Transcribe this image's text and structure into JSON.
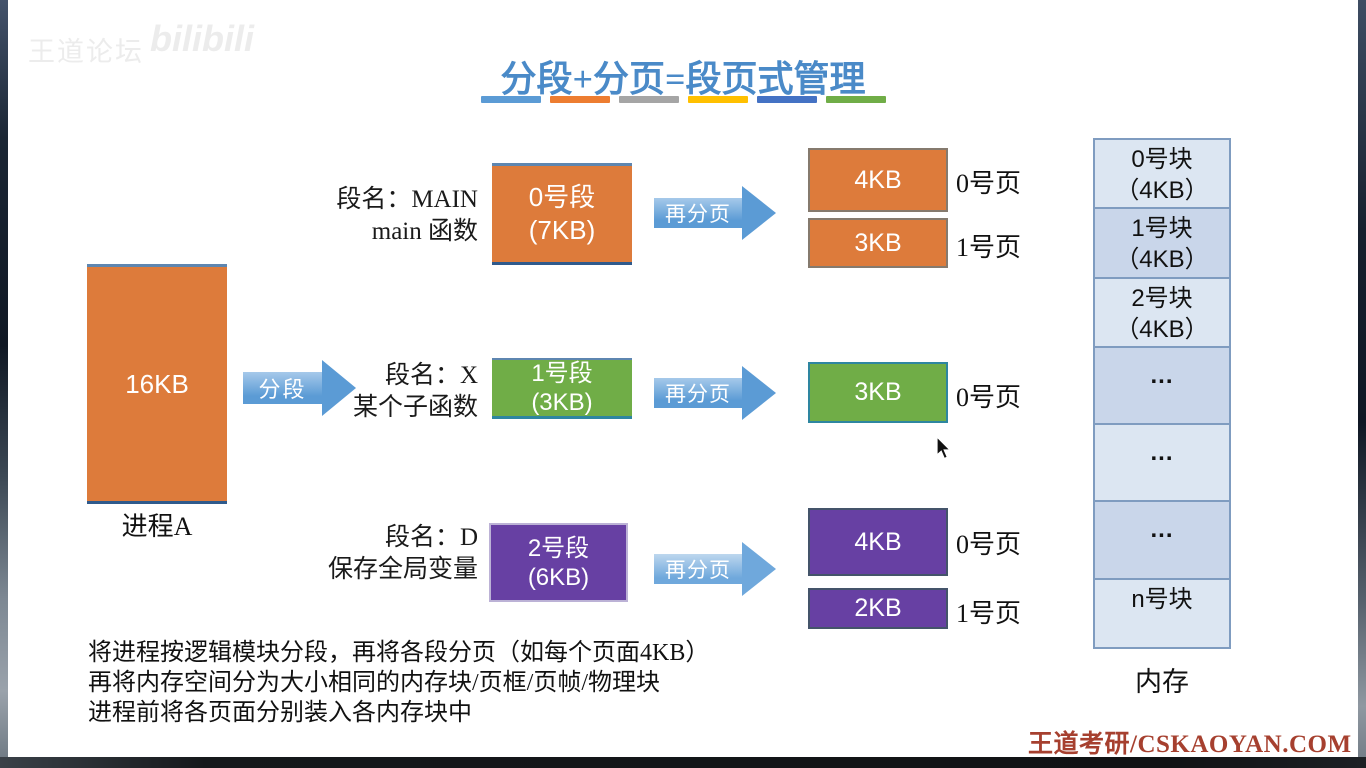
{
  "watermark": {
    "forum": "王道论坛",
    "video_logo": "bilibili"
  },
  "title": {
    "text": "分段+分页=段页式管理",
    "color": "#4a8ac8",
    "underline_colors": [
      "#5B9BD5",
      "#ED7D31",
      "#A5A5A5",
      "#FFC000",
      "#4472C4",
      "#70AD47"
    ]
  },
  "labels": {
    "segment_arrow": "分段",
    "repage_arrow": "再分页"
  },
  "process": {
    "size": "16KB",
    "name": "进程A",
    "color": "#DD7B3B"
  },
  "rows": [
    {
      "name_line1": "段名：MAIN",
      "name_line2": "main 函数",
      "segment": {
        "line1": "0号段",
        "line2": "(7KB)",
        "color": "#DD7B3B"
      },
      "pages": [
        {
          "size": "4KB",
          "label": "0号页",
          "color": "#DD7B3B"
        },
        {
          "size": "3KB",
          "label": "1号页",
          "color": "#DD7B3B"
        }
      ]
    },
    {
      "name_line1": "段名：X",
      "name_line2": "某个子函数",
      "segment": {
        "line1": "1号段",
        "line2": "(3KB)",
        "color": "#70AD47"
      },
      "pages": [
        {
          "size": "3KB",
          "label": "0号页",
          "color": "#70AD47"
        }
      ]
    },
    {
      "name_line1": "段名：D",
      "name_line2": "保存全局变量",
      "segment": {
        "line1": "2号段",
        "line2": "(6KB)",
        "color": "#6740A3"
      },
      "pages": [
        {
          "size": "4KB",
          "label": "0号页",
          "color": "#6740A3"
        },
        {
          "size": "2KB",
          "label": "1号页",
          "color": "#6740A3"
        }
      ]
    }
  ],
  "memory": {
    "light": "#DCE6F2",
    "dark": "#C9D6EA",
    "blocks": [
      {
        "line1": "0号块",
        "line2": "（4KB）"
      },
      {
        "line1": "1号块",
        "line2": "（4KB）"
      },
      {
        "line1": "2号块",
        "line2": "（4KB）"
      },
      {
        "line1": "..."
      },
      {
        "line1": "..."
      },
      {
        "line1": "..."
      },
      {
        "line1": "n号块"
      }
    ],
    "caption": "内存"
  },
  "notes": {
    "line1": "将进程按逻辑模块分段，再将各段分页（如每个页面4KB）",
    "line2": "再将内存空间分为大小相同的内存块/页框/页帧/物理块",
    "line3": "进程前将各页面分别装入各内存块中"
  },
  "footer": {
    "brand": "王道考研/CSKAOYAN.COM",
    "color": "#a6402f"
  }
}
